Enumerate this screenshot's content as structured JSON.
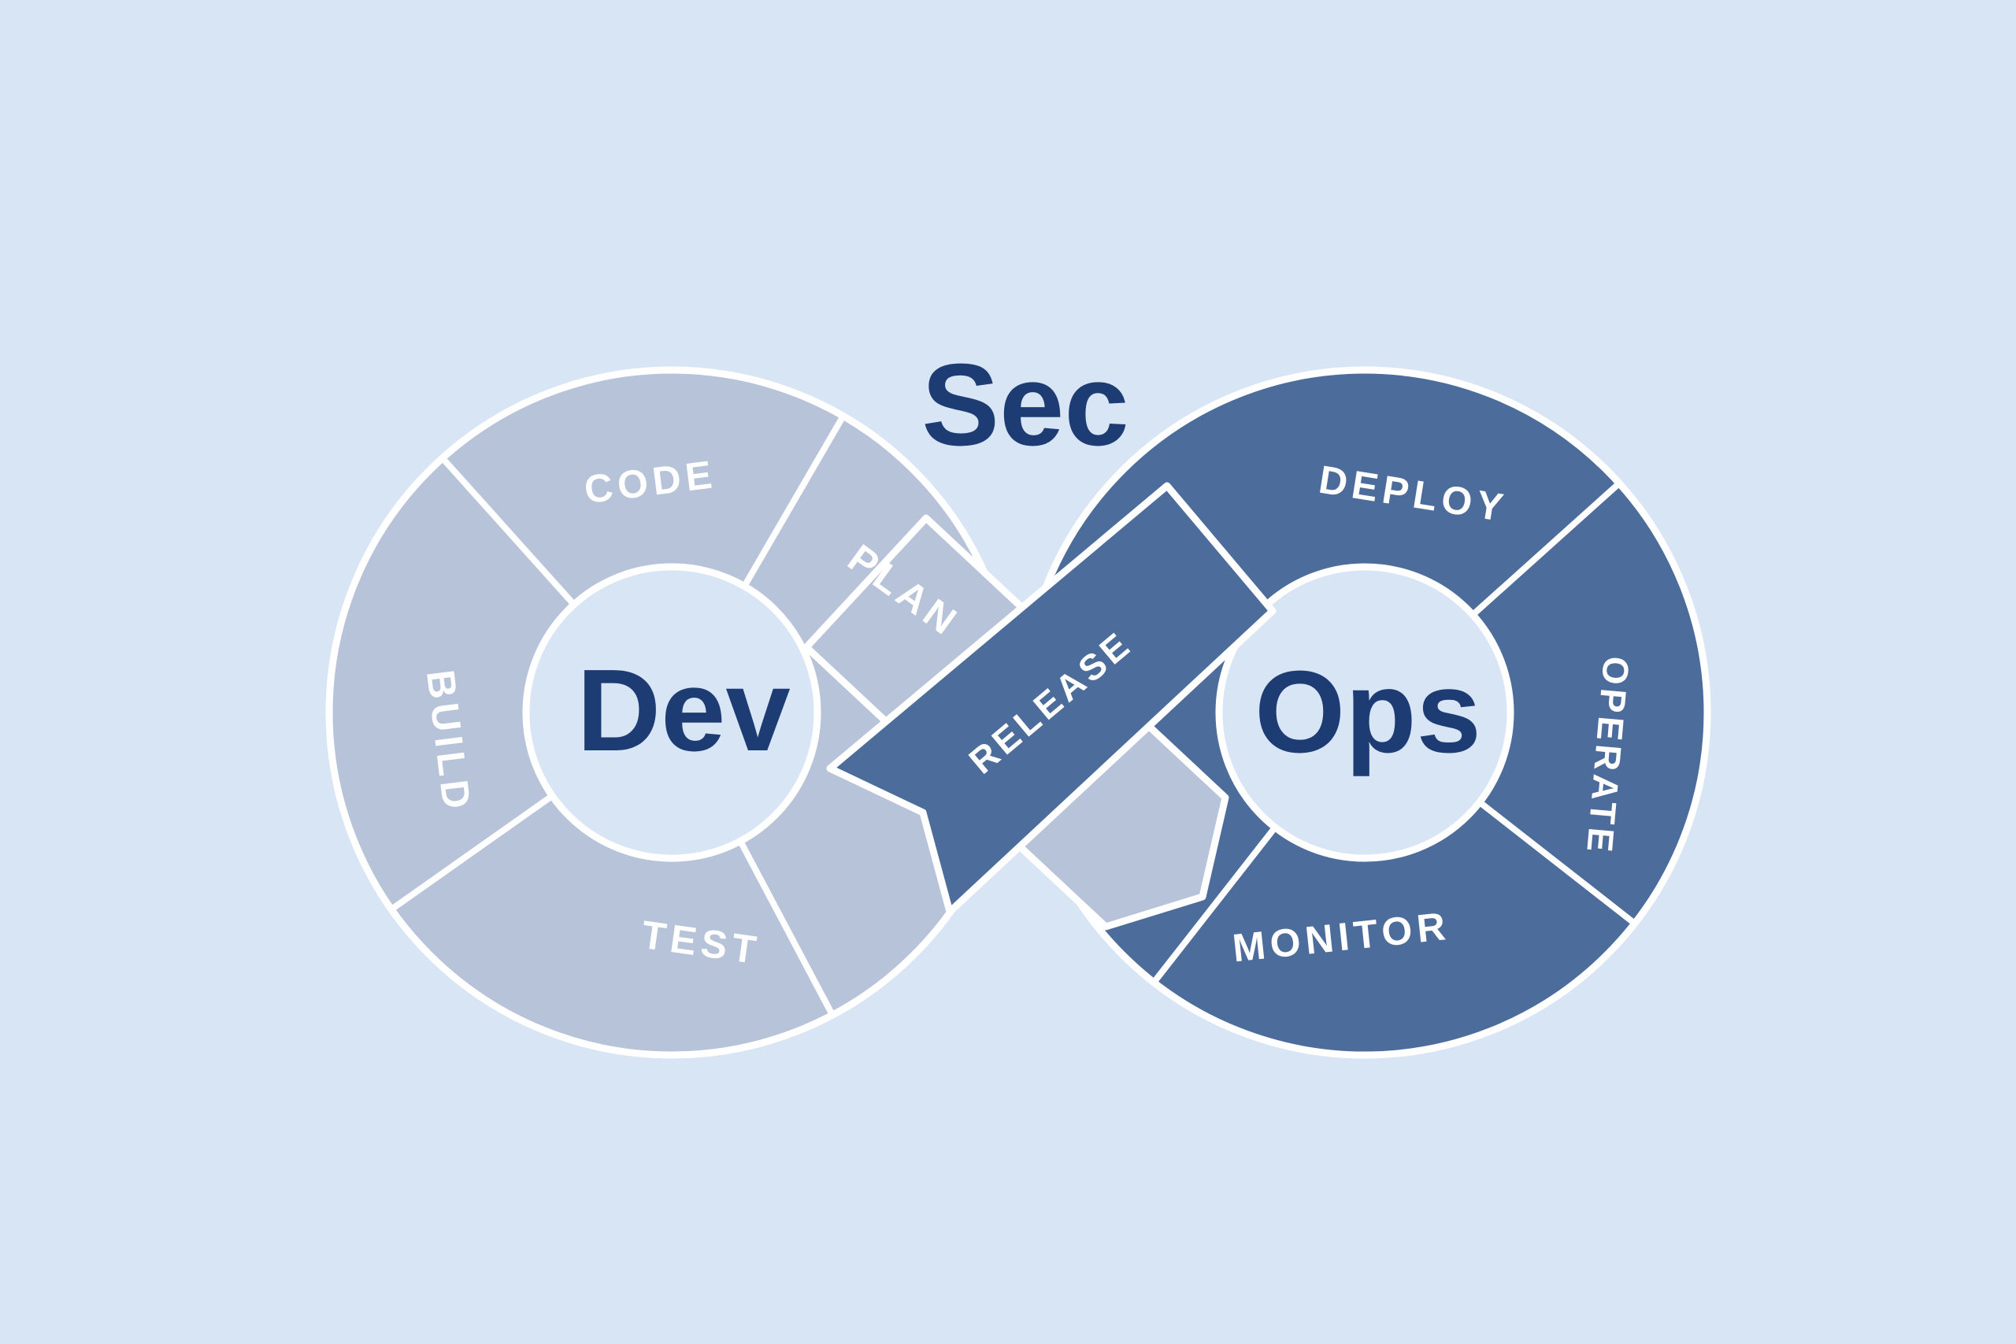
{
  "colors": {
    "background": "#d8e5f5",
    "dev_loop": "#b7c3d9",
    "ops_loop": "#4c6c9b",
    "heading_text": "#1e3c74",
    "stage_text": "#ffffff"
  },
  "diagram": {
    "heading": {
      "sec": "Sec",
      "dev": "Dev",
      "ops": "Ops"
    },
    "dev_stages": {
      "code": "CODE",
      "plan": "PLAN",
      "build": "BUILD",
      "test": "TEST"
    },
    "shared_stage": {
      "release": "RELEASE"
    },
    "ops_stages": {
      "deploy": "DEPLOY",
      "operate": "OPERATE",
      "monitor": "MONITOR"
    }
  }
}
